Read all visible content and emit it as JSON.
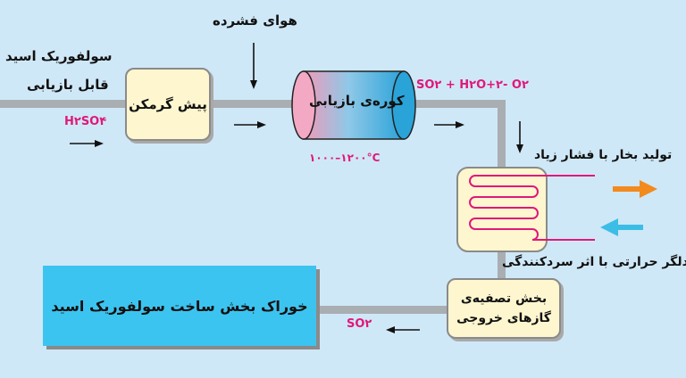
{
  "labels": {
    "acid_line1": "سولفوریک اسید",
    "acid_line2": "قابل بازیابی",
    "acid_formula": "H۲SO۴",
    "filtered_air": "هوای فشرده",
    "preheater": "پیش گرمکن",
    "furnace": "کوره‌ی بازیابی",
    "temp_range": "۱۰۰۰–۱۲۰۰°C",
    "products": "SO۲ + H۲O+۲- O۲",
    "steam": "تولید بخار با فشار زیاد",
    "heat_exchanger": "تبادلگر حرارتی با اثر سردکنندگی",
    "cleaning_line1": "بخش تصفیه‌ی",
    "cleaning_line2": "گازهای خروجی",
    "so2": "SO۲",
    "feed": "خوراک بخش ساخت سولفوریک اسید"
  },
  "colors": {
    "background": "#cfe8f7",
    "pipe": "#a9aeb2",
    "box_fill": "#fdf6cf",
    "feed_fill": "#3cc4f0",
    "formula": "#e0187a",
    "coil": "#e0187a",
    "hot_out_arrow": "#f28a1e",
    "cold_in_arrow": "#3cbde6"
  }
}
